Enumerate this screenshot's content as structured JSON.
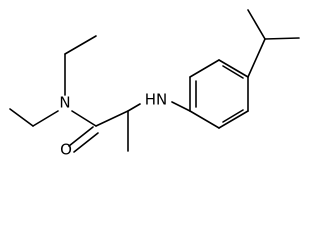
{
  "molecule": {
    "atoms": {
      "amide_nitrogen": "N",
      "carbonyl_oxygen": "O",
      "amine_nh": "HN"
    }
  },
  "colors": {
    "bond": "#000000",
    "background": "#ffffff"
  }
}
